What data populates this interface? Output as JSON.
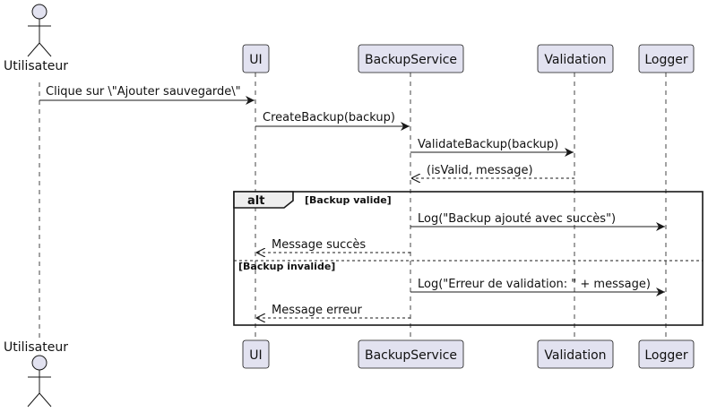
{
  "participants": [
    {
      "id": "user",
      "label": "Utilisateur",
      "kind": "actor"
    },
    {
      "id": "ui",
      "label": "UI",
      "kind": "box"
    },
    {
      "id": "backup",
      "label": "BackupService",
      "kind": "box"
    },
    {
      "id": "validation",
      "label": "Validation",
      "kind": "box"
    },
    {
      "id": "logger",
      "label": "Logger",
      "kind": "box"
    }
  ],
  "messages": [
    {
      "text": "Clique sur \\\"Ajouter sauvegarde\\\"",
      "from": "user",
      "to": "ui",
      "style": "solid"
    },
    {
      "text": "CreateBackup(backup)",
      "from": "ui",
      "to": "backup",
      "style": "solid"
    },
    {
      "text": "ValidateBackup(backup)",
      "from": "backup",
      "to": "validation",
      "style": "solid"
    },
    {
      "text": "(isValid, message)",
      "from": "validation",
      "to": "backup",
      "style": "dashed"
    },
    {
      "text": "Log(\"Backup ajouté avec succès\")",
      "from": "backup",
      "to": "logger",
      "style": "solid"
    },
    {
      "text": "Message succès",
      "from": "backup",
      "to": "ui",
      "style": "dashed"
    },
    {
      "text": "Log(\"Erreur de validation: \" + message)",
      "from": "backup",
      "to": "logger",
      "style": "solid"
    },
    {
      "text": "Message erreur",
      "from": "backup",
      "to": "ui",
      "style": "dashed"
    }
  ],
  "alt_fragment": {
    "keyword": "alt",
    "guards": [
      "[Backup valide]",
      "[Backup invalide]"
    ]
  },
  "colors": {
    "participant_fill": "#e2e2f0",
    "participant_stroke": "#181818",
    "line": "#181818"
  }
}
